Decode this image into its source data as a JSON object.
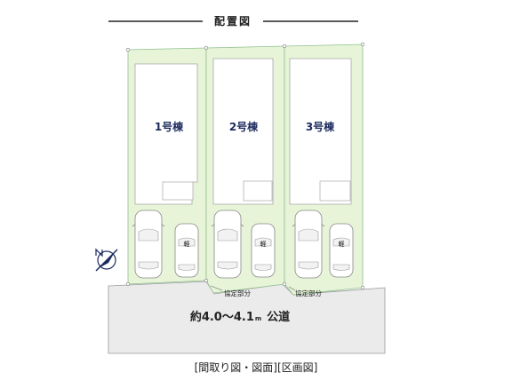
{
  "title": "配置図",
  "lots": [
    {
      "label": "1号棟",
      "kei": "軽"
    },
    {
      "label": "2号棟",
      "kei": "軽"
    },
    {
      "label": "3号棟",
      "kei": "軽"
    }
  ],
  "agreement_labels": [
    "協定部分",
    "協定部分"
  ],
  "road": {
    "prefix": "約4.0～4.1",
    "unit": "m",
    "suffix": "公道"
  },
  "caption": "[間取り図・図面][区画図]",
  "colors": {
    "lot_fill": "#e7f4d8",
    "lot_border": "#8fbf8f",
    "road_fill": "#ebebeb",
    "lot_text": "#1c2a5e"
  },
  "icons": [
    "north-arrow-icon",
    "car-icon",
    "kei-car-icon"
  ]
}
